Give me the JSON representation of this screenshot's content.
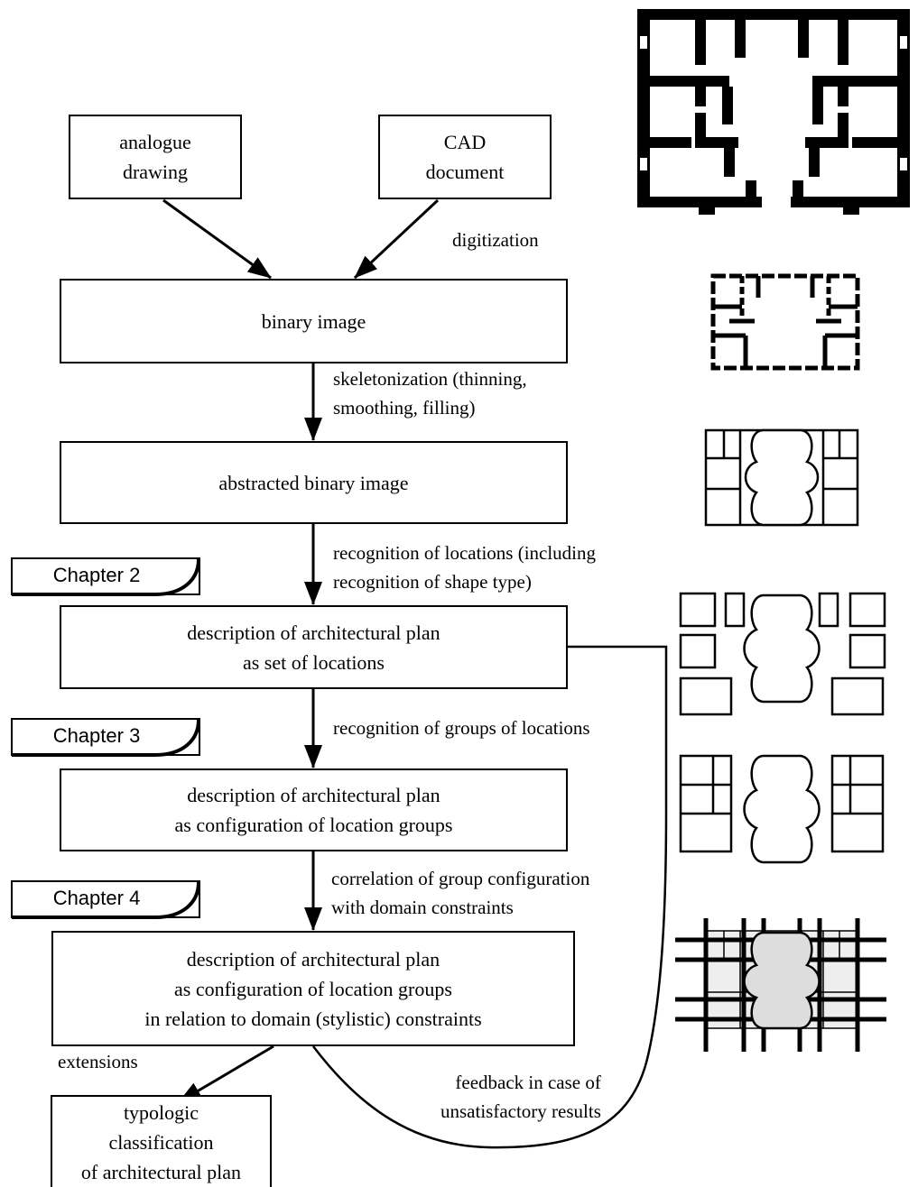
{
  "nodes": {
    "analogue_drawing": "analogue\ndrawing",
    "cad_document": "CAD\ndocument",
    "binary_image": "binary image",
    "abstracted_binary_image": "abstracted binary image",
    "set_of_locations": "description of architectural plan\nas set of locations",
    "location_groups": "description of architectural plan\nas configuration of location groups",
    "domain_constraints": "description of architectural plan\nas configuration of location groups\nin relation to domain (stylistic) constraints",
    "typologic": "typologic\nclassification\nof architectural plan"
  },
  "edge_labels": {
    "digitization": "digitization",
    "skeletonization": "skeletonization (thinning,\nsmoothing, filling)",
    "recognition_locations": "recognition of locations (including\nrecognition of shape type)",
    "recognition_groups": "recognition of groups of locations",
    "correlation": "correlation of group configuration\nwith domain constraints",
    "extensions": "extensions",
    "feedback": "feedback in case of\nunsatisfactory results"
  },
  "chapters": {
    "ch2": "Chapter 2",
    "ch3": "Chapter 3",
    "ch4": "Chapter 4"
  },
  "colors": {
    "line": "#000000",
    "grid_fill": "#eeeeee",
    "center_fill": "#dddddd"
  }
}
